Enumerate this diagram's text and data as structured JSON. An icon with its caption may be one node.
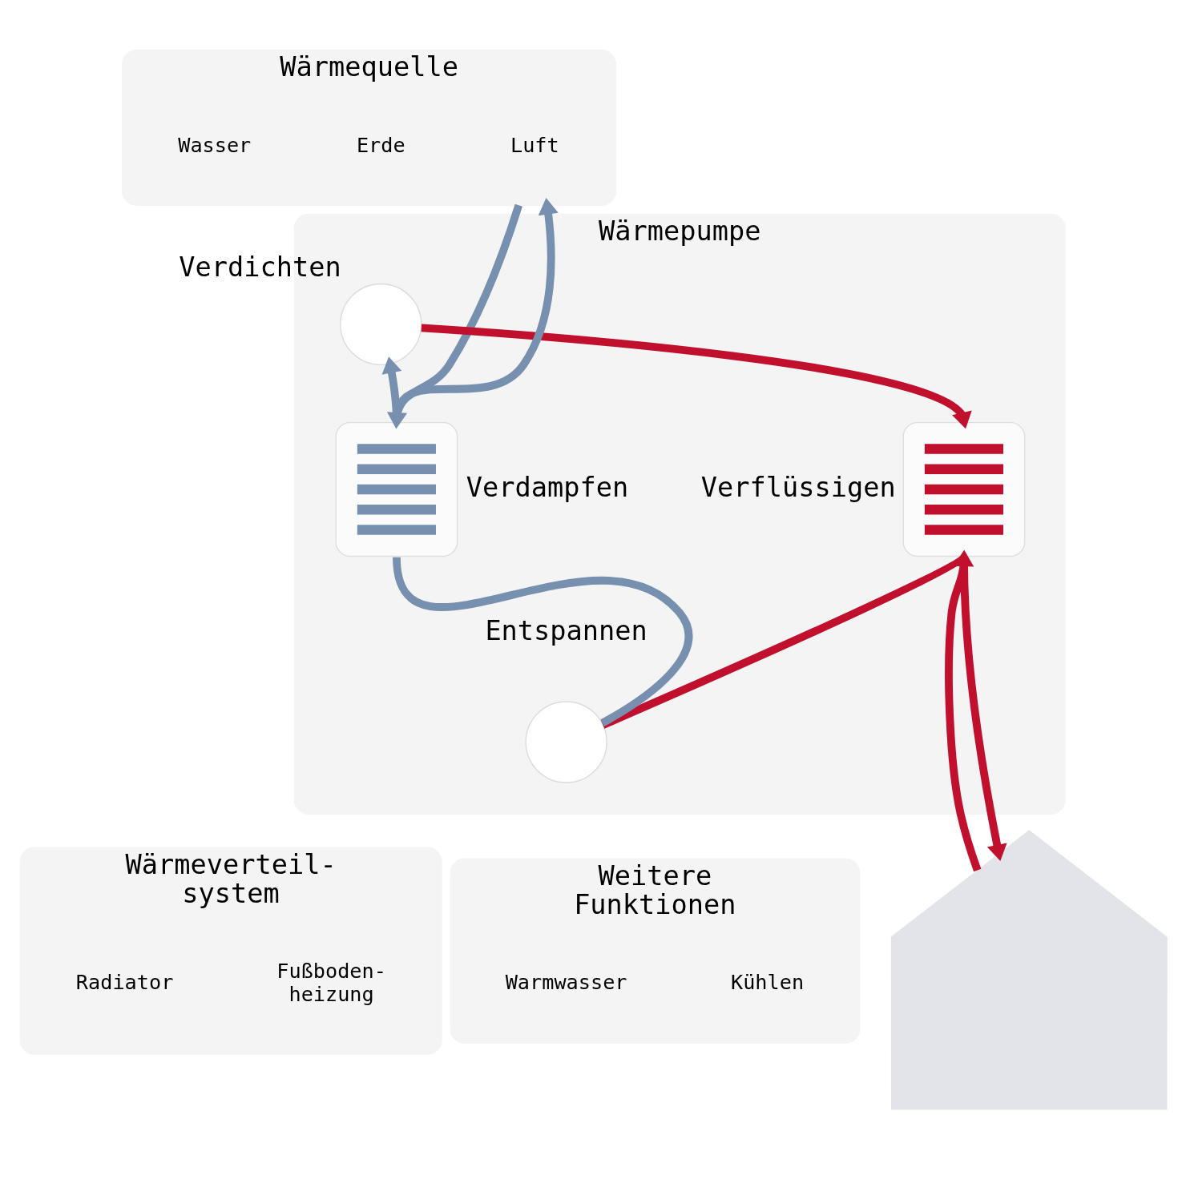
{
  "diagram": {
    "nodes": [
      {
        "text": [
          "Wärmequelle"
        ]
      },
      {
        "text": [
          "Wasser"
        ],
        "in": 0
      },
      {
        "text": [
          "Erde"
        ],
        "in": 0
      },
      {
        "text": [
          "Luft"
        ],
        "in": 0
      },
      {
        "text": [
          "Wärmepumpe"
        ]
      },
      {
        "text": [],
        "shape": "circle",
        "beside": [
          "Verdichten"
        ],
        "in": 4
      },
      {
        "text": [],
        "shape": "box",
        "beside": [
          "Verflüssigen"
        ],
        "in": 4
      },
      {
        "text": [],
        "shape": "box",
        "beside": [
          "Verdampfen"
        ],
        "in": 4
      },
      {
        "text": [],
        "shape": "circle",
        "beside": [
          "Entspannen"
        ],
        "in": 4
      },
      {
        "text": [],
        "shape": "house"
      },
      {
        "text": [
          "Wärmeverteil- system"
        ]
      },
      {
        "text": [
          "Radiator"
        ],
        "in": 10
      },
      {
        "text": [
          "Fußboden- heizung"
        ],
        "in": 10
      },
      {
        "text": [
          "Weitere Funktionen"
        ]
      },
      {
        "text": [
          "Warmwasser"
        ],
        "in": 13
      },
      {
        "text": [
          "Kühlen"
        ],
        "in": 13
      }
    ],
    "edges": [
      {
        "from": 0,
        "to": 7,
        "arrow": "to",
        "color": "#7890b0"
      },
      {
        "from": 7,
        "to": 0,
        "arrow": "to",
        "color": "#7890b0"
      },
      {
        "from": 7,
        "to": 5,
        "arrow": "to",
        "color": "#7890b0"
      },
      {
        "from": 5,
        "to": 6,
        "arrow": "to",
        "color": "#c0102e"
      },
      {
        "from": 6,
        "to": 9,
        "arrow": "to",
        "color": "#c0102e"
      },
      {
        "from": 9,
        "to": 6,
        "arrow": "to",
        "color": "#c0102e"
      },
      {
        "from": 6,
        "to": 8,
        "arrow": "none",
        "color": "#c0102e"
      },
      {
        "from": 8,
        "to": 7,
        "arrow": "none",
        "color": "#7890b0"
      }
    ]
  }
}
